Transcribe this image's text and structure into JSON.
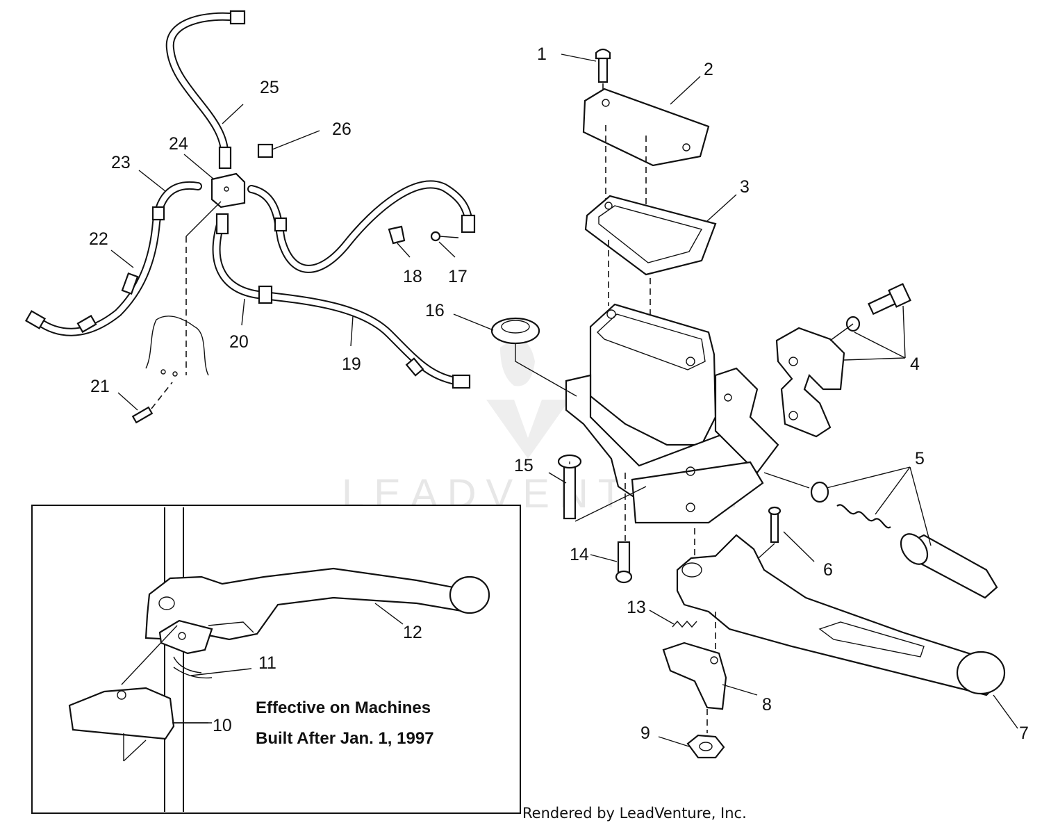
{
  "diagram": {
    "callouts": [
      "1",
      "2",
      "3",
      "4",
      "5",
      "6",
      "7",
      "8",
      "9",
      "10",
      "11",
      "12",
      "13",
      "14",
      "15",
      "16",
      "17",
      "18",
      "19",
      "20",
      "21",
      "22",
      "23",
      "24",
      "25",
      "26"
    ],
    "inset_note": {
      "line1": "Effective on Machines",
      "line2": "Built After Jan. 1, 1997"
    },
    "watermark": "LEADVENTURE",
    "credit": "Rendered by LeadVenture, Inc."
  },
  "colors": {
    "ink": "#111111",
    "background": "#ffffff",
    "watermark": "#e7e7e7"
  }
}
